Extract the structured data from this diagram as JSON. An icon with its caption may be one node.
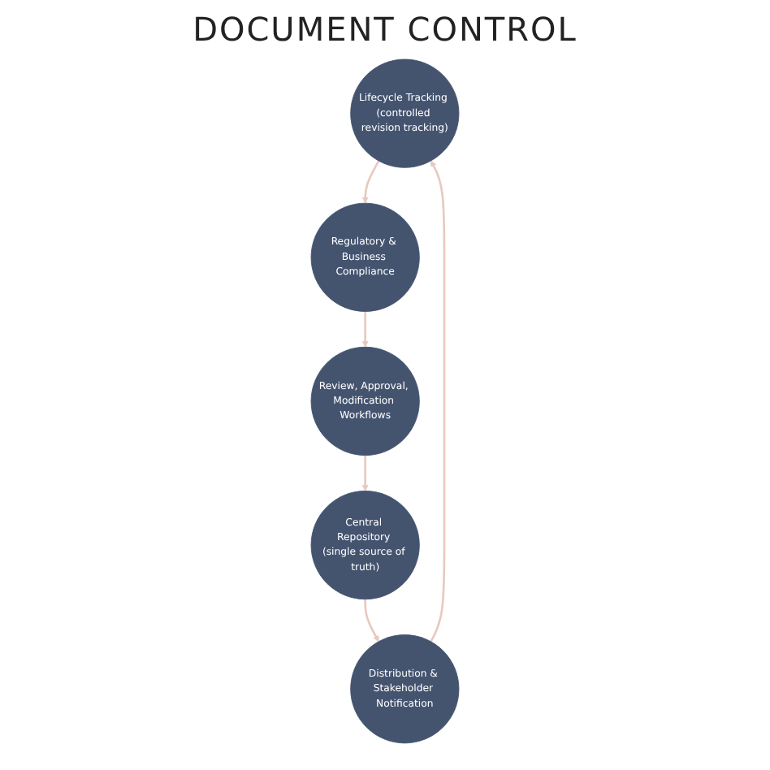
{
  "diagram": {
    "title": "DOCUMENT CONTROL",
    "nodes": [
      {
        "text": [
          "Lifecycle Tracking (controlled revision tracking)"
        ]
      },
      {
        "text": [
          "Distribution & Stakeholder Notification"
        ]
      },
      {
        "text": [
          "Regulatory & Business Compliance"
        ]
      },
      {
        "text": [
          "Central Repository (single source of truth)"
        ]
      },
      {
        "text": [
          "Review, Approval, Modification Workflows"
        ]
      }
    ],
    "edges": [
      {
        "from": 1,
        "to": 0,
        "arrow": "to"
      },
      {
        "from": 0,
        "to": 2,
        "arrow": "to"
      },
      {
        "from": 2,
        "to": 4,
        "arrow": "to"
      },
      {
        "from": 4,
        "to": 3,
        "arrow": "to"
      },
      {
        "from": 3,
        "to": 1,
        "arrow": "to"
      }
    ]
  }
}
